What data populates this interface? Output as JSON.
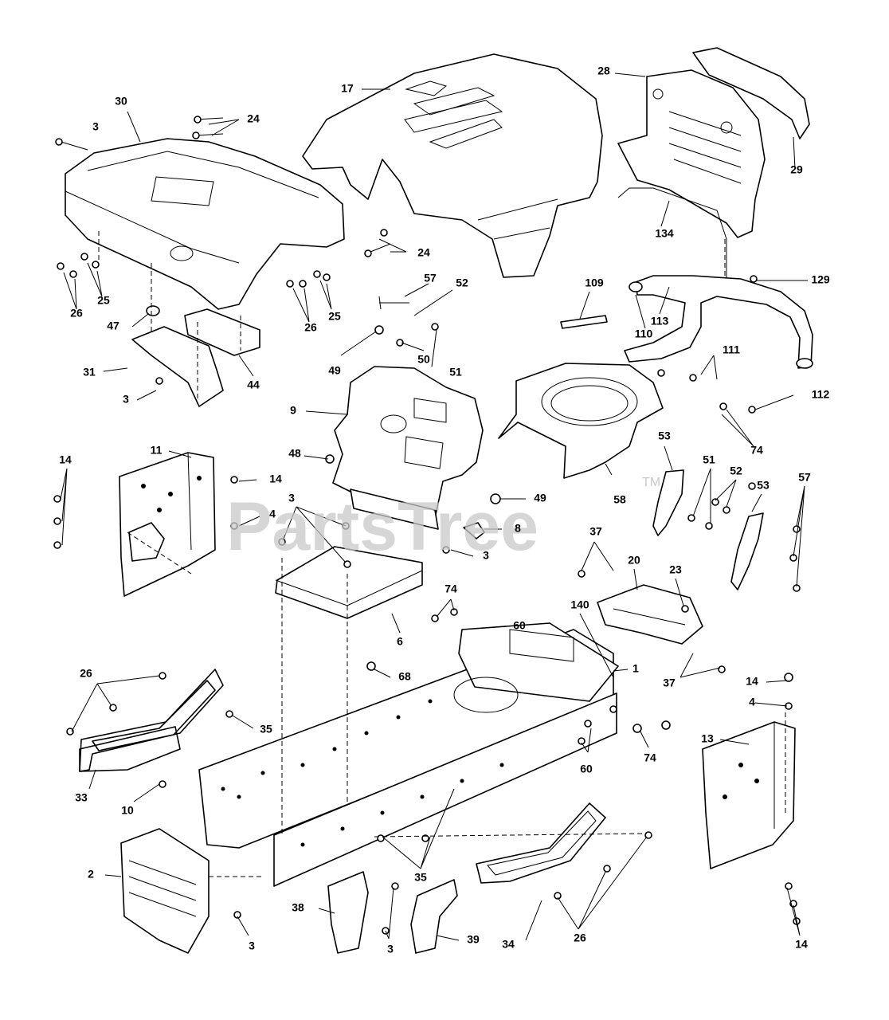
{
  "watermark": {
    "text": "PartsTree",
    "trademark": "TM"
  },
  "callouts": {
    "c3a": "3",
    "c30": "30",
    "c24a": "24",
    "c17": "17",
    "c28": "28",
    "c29": "29",
    "c134": "134",
    "c24b": "24",
    "c26a": "26",
    "c25a": "25",
    "c26b": "26",
    "c25b": "25",
    "c57a": "57",
    "c52a": "52",
    "c109": "109",
    "c110": "110",
    "c113": "113",
    "c129": "129",
    "c47": "47",
    "c31": "31",
    "c44": "44",
    "c3b": "3",
    "c49a": "49",
    "c50": "50",
    "c51a": "51",
    "c111": "111",
    "c112": "112",
    "c74a": "74",
    "c9": "9",
    "c53a": "53",
    "c11": "11",
    "c14a": "14",
    "c14b": "14",
    "c48": "48",
    "c4a": "4",
    "c58": "58",
    "c49b": "49",
    "c8": "8",
    "c3c": "3",
    "c3d": "3",
    "c51b": "51",
    "c52b": "52",
    "c57b": "57",
    "c53b": "53",
    "c37a": "37",
    "c20": "20",
    "c23": "23",
    "c74b": "74",
    "c140": "140",
    "c60a": "60",
    "c6": "6",
    "c1": "1",
    "c68": "68",
    "c37b": "37",
    "c26c": "26",
    "c35a": "35",
    "c14c": "14",
    "c4b": "4",
    "c13": "13",
    "c33": "33",
    "c10": "10",
    "c60b": "60",
    "c74c": "74",
    "c2": "2",
    "c35b": "35",
    "c38": "38",
    "c3e": "3",
    "c39": "39",
    "c34": "34",
    "c26d": "26",
    "c3f": "3",
    "c14d": "14"
  }
}
